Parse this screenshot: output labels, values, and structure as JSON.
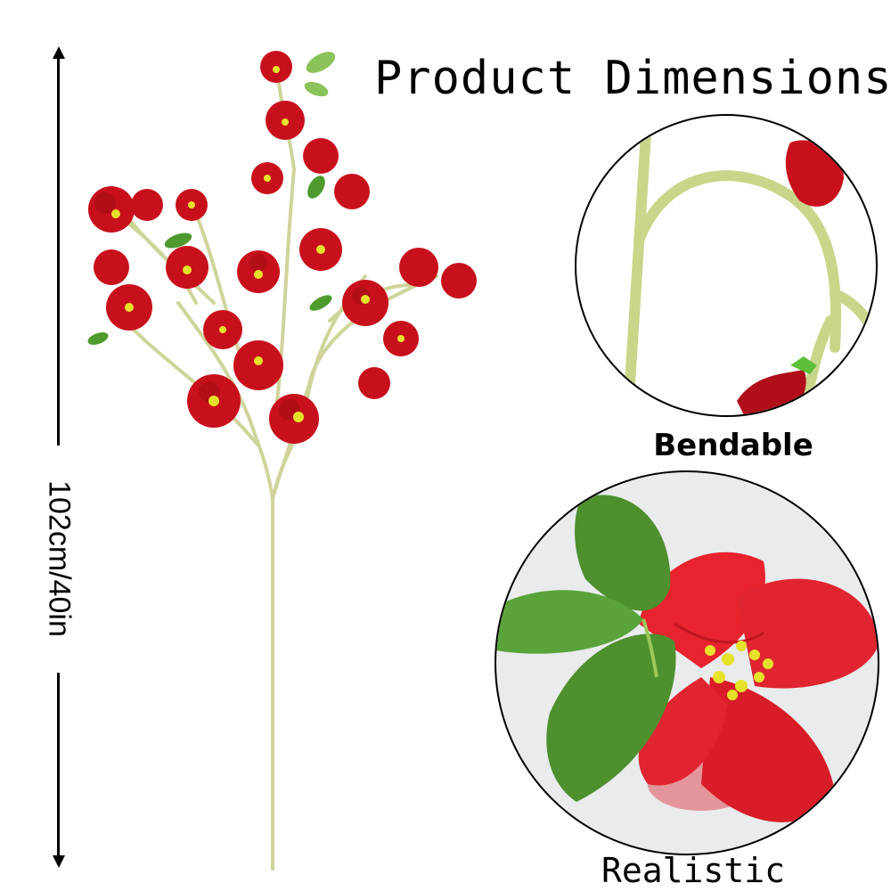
{
  "header": {
    "title": "Product Dimensions"
  },
  "dimension": {
    "label": "102cm/40in"
  },
  "features": [
    {
      "label": "Bendable",
      "image": "bent-stem-closeup"
    },
    {
      "label": "Realistic",
      "image": "flower-petal-stamen-closeup"
    }
  ],
  "product": {
    "image": "red-artificial-flower-spray"
  },
  "colors": {
    "petal": "#c8101c",
    "petal_dark": "#9e0c14",
    "stem": "#c9d68a",
    "leaf": "#4e9a2e",
    "stamen": "#e6e22a"
  }
}
